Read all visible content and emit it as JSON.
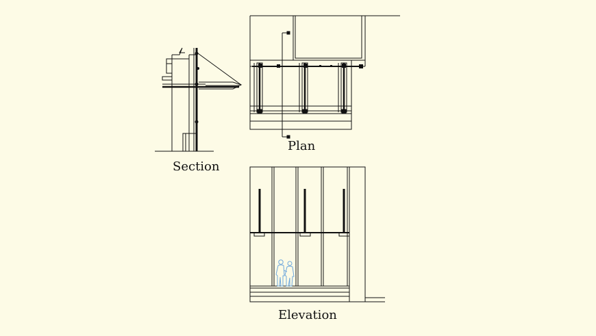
{
  "labels": {
    "section": "Section",
    "plan": "Plan",
    "elevation": "Elevation"
  },
  "colors": {
    "background": "#fdfbe6",
    "line": "#111111",
    "figures": "#6fa8dc"
  }
}
